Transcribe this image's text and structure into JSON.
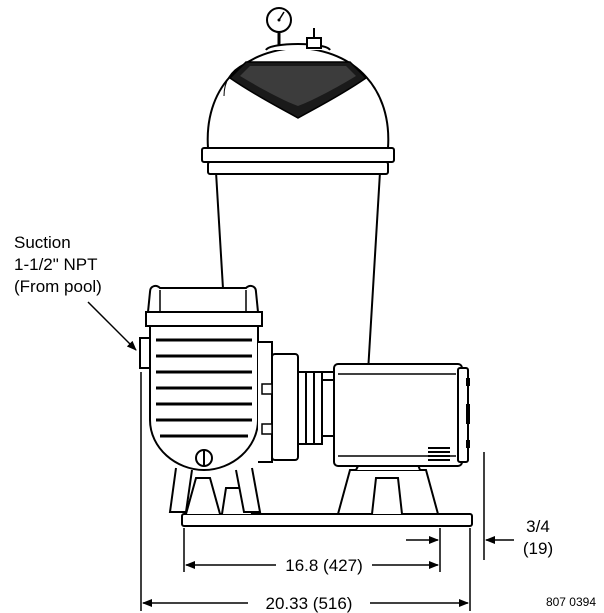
{
  "labels": {
    "suction_line1": "Suction",
    "suction_line2": "1-1/2\" NPT",
    "suction_line3": "(From pool)",
    "offset_fraction": "3/4",
    "offset_mm": "(19)",
    "base_dimension": "16.8 (427)",
    "overall_dimension": "20.33 (516)",
    "part_number": "807 0394"
  },
  "colors": {
    "ink": "#000000",
    "paper": "#ffffff",
    "shade": "#1a1a1a"
  },
  "icons": [
    "pressure-gauge-icon",
    "dimension-arrow-icon"
  ]
}
